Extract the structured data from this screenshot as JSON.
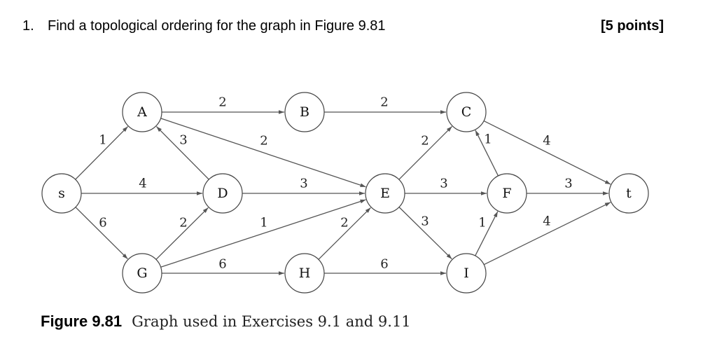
{
  "question": {
    "number": "1.",
    "text": "Find a topological ordering for the graph in Figure 9.81",
    "points": "[5 points]"
  },
  "figure": {
    "label": "Figure 9.81",
    "caption": "Graph used in Exercises 9.1 and 9.11"
  },
  "graph": {
    "nodes": [
      {
        "id": "s",
        "label": "s"
      },
      {
        "id": "A",
        "label": "A"
      },
      {
        "id": "B",
        "label": "B"
      },
      {
        "id": "C",
        "label": "C"
      },
      {
        "id": "D",
        "label": "D"
      },
      {
        "id": "E",
        "label": "E"
      },
      {
        "id": "F",
        "label": "F"
      },
      {
        "id": "G",
        "label": "G"
      },
      {
        "id": "H",
        "label": "H"
      },
      {
        "id": "I",
        "label": "I"
      },
      {
        "id": "t",
        "label": "t"
      }
    ],
    "edges": [
      {
        "from": "s",
        "to": "A",
        "weight": "1"
      },
      {
        "from": "s",
        "to": "D",
        "weight": "4"
      },
      {
        "from": "s",
        "to": "G",
        "weight": "6"
      },
      {
        "from": "A",
        "to": "B",
        "weight": "2"
      },
      {
        "from": "A",
        "to": "E",
        "weight": "2"
      },
      {
        "from": "D",
        "to": "A",
        "weight": "3"
      },
      {
        "from": "D",
        "to": "E",
        "weight": "3"
      },
      {
        "from": "G",
        "to": "D",
        "weight": "2"
      },
      {
        "from": "G",
        "to": "E",
        "weight": "1"
      },
      {
        "from": "G",
        "to": "H",
        "weight": "6"
      },
      {
        "from": "B",
        "to": "C",
        "weight": "2"
      },
      {
        "from": "H",
        "to": "E",
        "weight": "2"
      },
      {
        "from": "H",
        "to": "I",
        "weight": "6"
      },
      {
        "from": "E",
        "to": "C",
        "weight": "2"
      },
      {
        "from": "E",
        "to": "F",
        "weight": "3"
      },
      {
        "from": "E",
        "to": "I",
        "weight": "3"
      },
      {
        "from": "F",
        "to": "C",
        "weight": "1"
      },
      {
        "from": "I",
        "to": "F",
        "weight": "1"
      },
      {
        "from": "C",
        "to": "t",
        "weight": "4"
      },
      {
        "from": "F",
        "to": "t",
        "weight": "3"
      },
      {
        "from": "I",
        "to": "t",
        "weight": "4"
      }
    ]
  }
}
